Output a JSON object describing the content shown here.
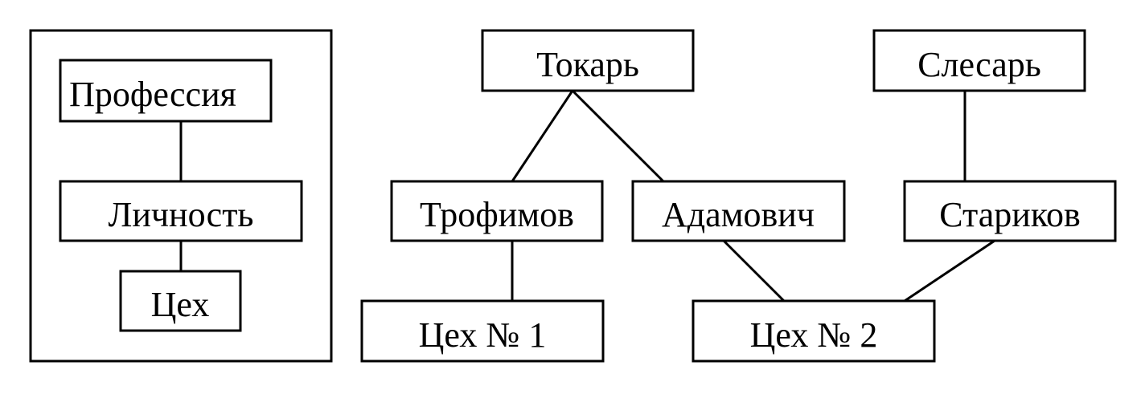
{
  "schema": {
    "top_label": "Профессия",
    "middle_label": "Личность",
    "bottom_label": "Цех"
  },
  "nodes": {
    "tokar": "Токарь",
    "slesar": "Слесарь",
    "trofimov": "Трофимов",
    "adamovich": "Адамович",
    "starikov": "Стариков",
    "ceh1": "Цех № 1",
    "ceh2": "Цех № 2"
  },
  "colors": {
    "stroke": "#000000",
    "background": "#ffffff"
  }
}
